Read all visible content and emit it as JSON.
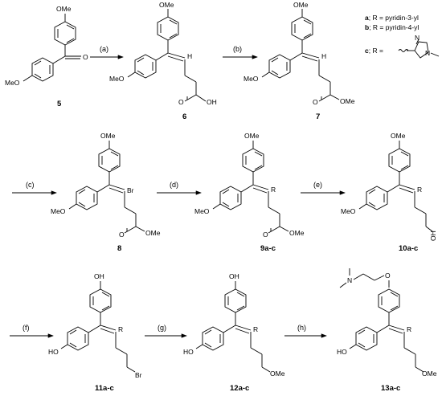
{
  "groups": {
    "ome": "OMe",
    "oh": "OH",
    "ho": "HO",
    "meo": "MeO",
    "o": "O",
    "h": "H",
    "br": "Br",
    "r": "R",
    "n": "N",
    "nme2": "N"
  },
  "compounds": [
    {
      "id": "5",
      "label": "5"
    },
    {
      "id": "6",
      "label": "6"
    },
    {
      "id": "7",
      "label": "7"
    },
    {
      "id": "8",
      "label": "8"
    },
    {
      "id": "9",
      "label": "9a-c"
    },
    {
      "id": "10",
      "label": "10a-c"
    },
    {
      "id": "11",
      "label": "11a-c"
    },
    {
      "id": "12",
      "label": "12a-c"
    },
    {
      "id": "13",
      "label": "13a-c"
    }
  ],
  "steps": [
    "(a)",
    "(b)",
    "(c)",
    "(d)",
    "(e)",
    "(f)",
    "(g)",
    "(h)"
  ],
  "legend": {
    "a_key": "a",
    "a_text": "; R = pyridin-3-yl",
    "b_key": "b",
    "b_text": "; R = pyridin-4-yl",
    "c_key": "c",
    "c_text": "; R ="
  }
}
